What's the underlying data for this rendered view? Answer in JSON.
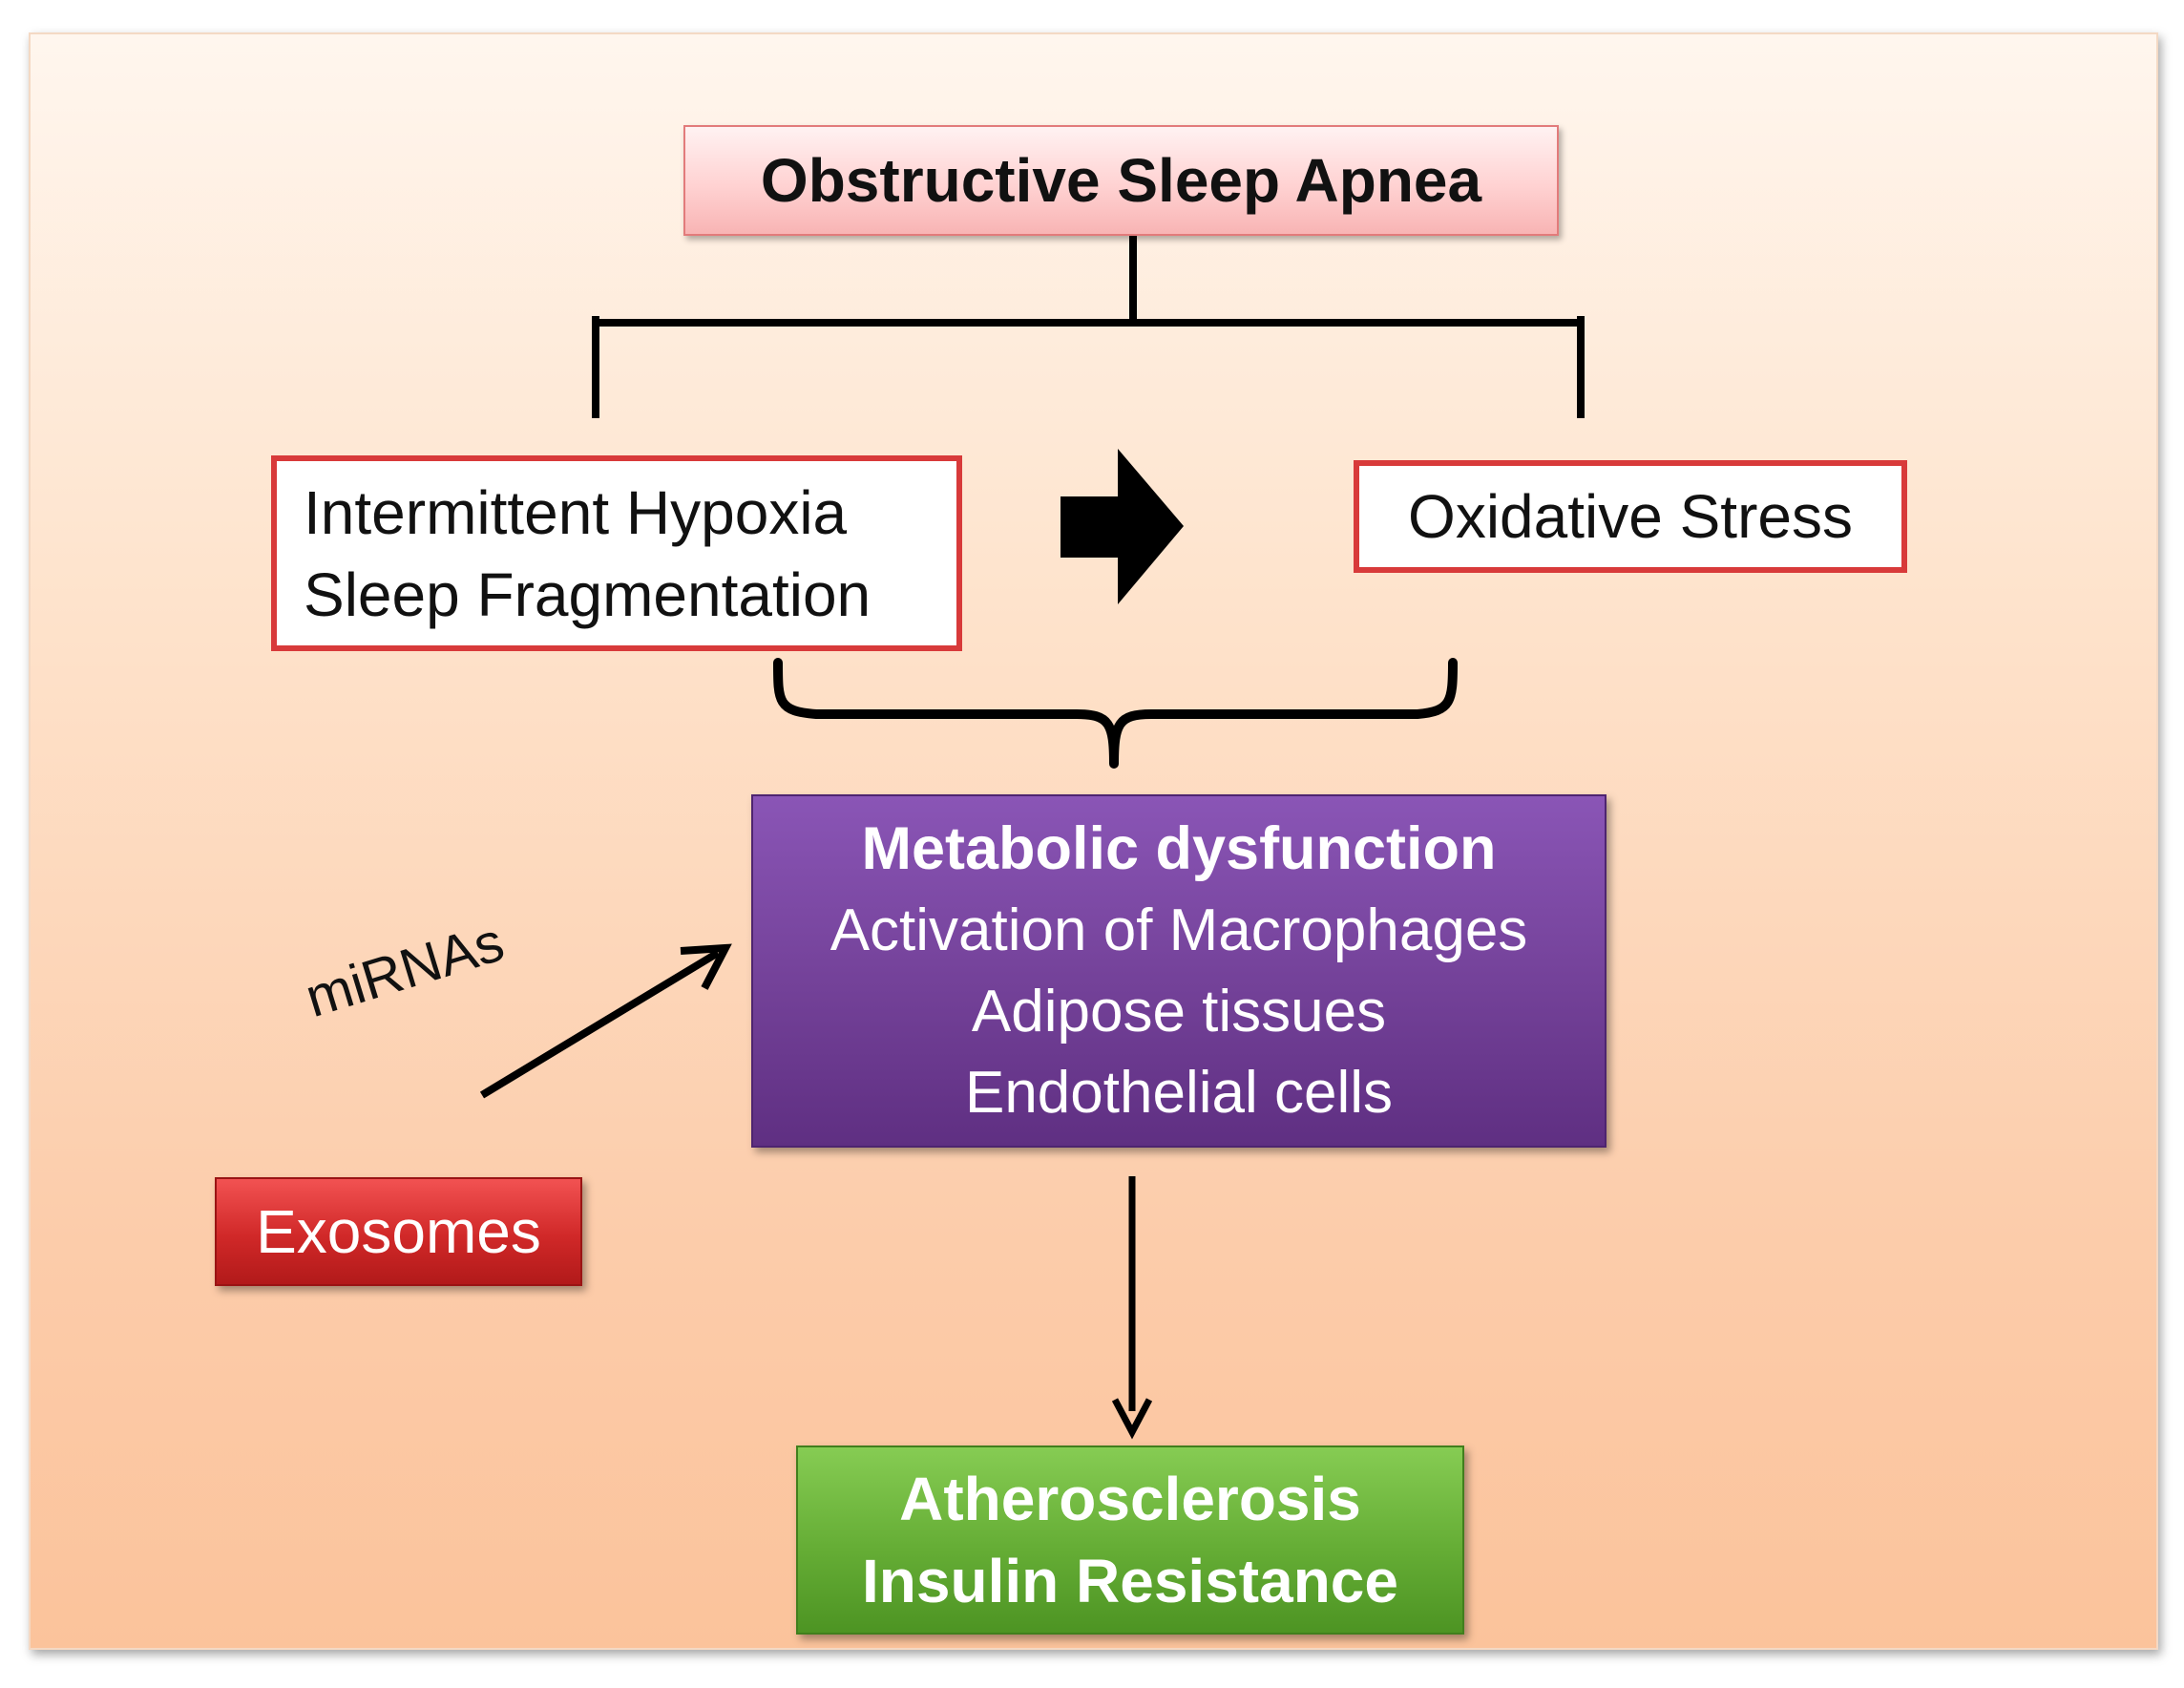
{
  "diagram": {
    "top_box": {
      "label": "Obstructive Sleep Apnea"
    },
    "cause_box": {
      "lines": [
        "Intermittent Hypoxia",
        "Sleep Fragmentation"
      ]
    },
    "effect_box": {
      "label": "Oxidative Stress"
    },
    "metabolic_box": {
      "title": "Metabolic dysfunction",
      "lines": [
        "Activation of Macrophages",
        "Adipose tissues",
        "Endothelial cells"
      ]
    },
    "exosomes_box": {
      "label": "Exosomes"
    },
    "mirna_label": "miRNAs",
    "outcome_box": {
      "lines": [
        "Atherosclerosis",
        "Insulin Resistance"
      ]
    }
  },
  "colors": {
    "background_top": "#fff6ee",
    "background_bottom": "#fbc39b",
    "top_box_fill": "#ffd2d2",
    "outline_red": "#d83a3a",
    "metabolic_fill": "#734198",
    "exosomes_fill": "#d02828",
    "outcome_fill": "#65ad35",
    "connector": "#000000"
  },
  "icons": [
    "block-right-arrow-icon",
    "arrow-down-icon",
    "arrow-diagonal-icon"
  ]
}
